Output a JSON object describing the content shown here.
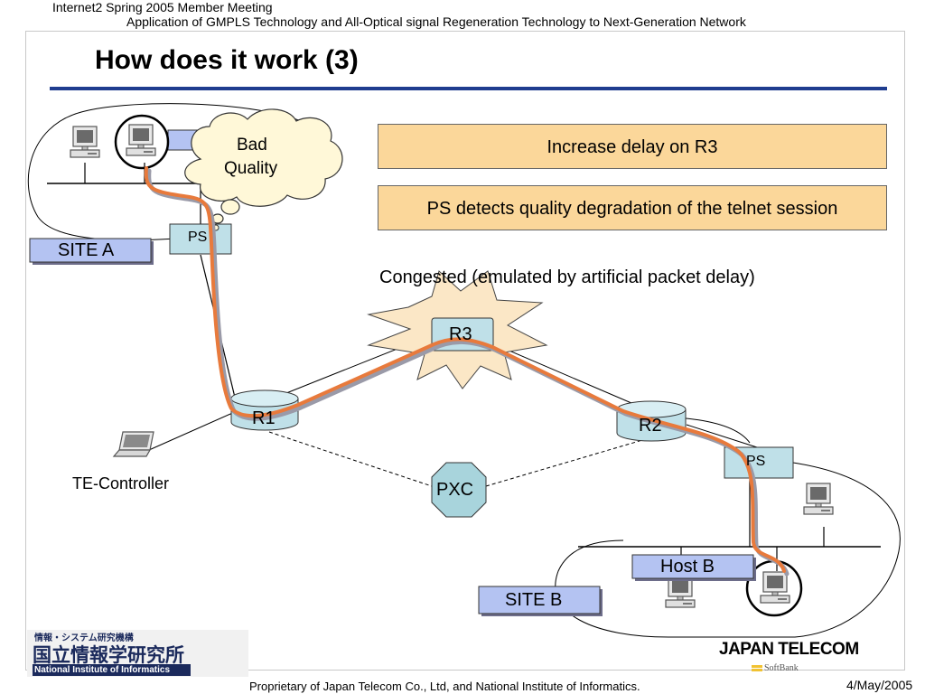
{
  "header": {
    "meeting": "Internet2 Spring 2005 Member Meeting",
    "subtitle": "Application of GMPLS Technology and All-Optical signal Regeneration Technology to Next-Generation Network"
  },
  "title": "How does it work (3)",
  "callouts": {
    "step1": "Increase delay on R3",
    "step2": "PS detects quality degradation of the telnet session"
  },
  "congested_note": "Congested (emulated by artificial packet delay)",
  "thought_bubble": {
    "line1": "Bad",
    "line2": "Quality"
  },
  "nodes": {
    "ps_a": "PS",
    "ps_b": "PS",
    "r1": "R1",
    "r2": "R2",
    "r3": "R3",
    "pxc": "PXC",
    "site_a": "SITE A",
    "site_b": "SITE B",
    "host_b": "Host B",
    "te_controller": "TE-Controller"
  },
  "footer": {
    "proprietary": "Proprietary of Japan Telecom Co., Ltd, and National Institute of Informatics.",
    "date": "4/May/2005"
  },
  "logos": {
    "nii_japanese_small": "情報・システム研究機構",
    "nii_japanese": "国立情報学研究所",
    "nii_english": "National Institute of Informatics",
    "japan_telecom": "JAPAN TELECOM",
    "softbank": "SoftBank"
  },
  "colors": {
    "title_rule": "#1f3d8f",
    "callout_fill": "#fbd79a",
    "site_label_fill": "#b4c3f2",
    "router_fill": "#bfe0e8",
    "pxc_fill": "#a8d4dc",
    "path_orange": "#e87a3c",
    "path_grey": "#9a9aa8",
    "burst_fill": "#fbe7c6"
  }
}
